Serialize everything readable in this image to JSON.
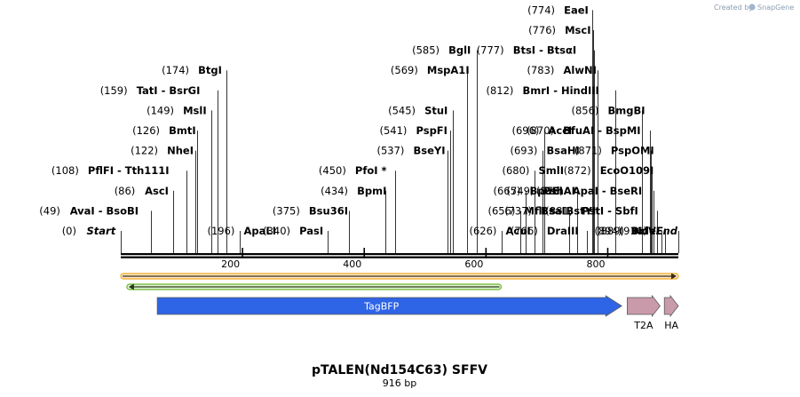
{
  "credit": {
    "prefix": "Created by",
    "brand": "SnapGene"
  },
  "plasmid": {
    "name": "pTALEN(Nd154C63) SFFV",
    "length_label": "916 bp",
    "length": 916
  },
  "axis": {
    "ticks": [
      {
        "pos": 200,
        "label": "200"
      },
      {
        "pos": 400,
        "label": "400"
      },
      {
        "pos": 600,
        "label": "600"
      },
      {
        "pos": 800,
        "label": "800"
      }
    ]
  },
  "sites": [
    {
      "num": "(0)",
      "name": "Start",
      "style": "italic",
      "pos": 0,
      "row": 0,
      "side": "left"
    },
    {
      "num": "(49)",
      "name": "AvaI  - BsoBI",
      "pos": 49,
      "row": 1,
      "side": "left"
    },
    {
      "num": "(86)",
      "name": "AscI",
      "pos": 86,
      "row": 2,
      "side": "left"
    },
    {
      "num": "(108)",
      "name": "PflFI  - Tth111I",
      "pos": 108,
      "row": 3,
      "side": "left"
    },
    {
      "num": "(122)",
      "name": "NheI",
      "pos": 122,
      "row": 4,
      "side": "left"
    },
    {
      "num": "(126)",
      "name": "BmtI",
      "pos": 126,
      "row": 5,
      "side": "left"
    },
    {
      "num": "(149)",
      "name": "MslI",
      "pos": 149,
      "row": 6,
      "side": "left"
    },
    {
      "num": "(159)",
      "name": "TatI  - BsrGI",
      "pos": 159,
      "row": 7,
      "side": "left"
    },
    {
      "num": "(174)",
      "name": "BtgI",
      "pos": 174,
      "row": 8,
      "side": "left"
    },
    {
      "num": "(196)",
      "name": "ApaLI",
      "pos": 196,
      "row": 0,
      "side": "right"
    },
    {
      "num": "(340)",
      "name": "PasI",
      "pos": 340,
      "row": 0,
      "side": "left"
    },
    {
      "num": "(375)",
      "name": "Bsu36I",
      "pos": 375,
      "row": 1,
      "side": "left"
    },
    {
      "num": "(434)",
      "name": "BpmI",
      "pos": 434,
      "row": 2,
      "side": "left"
    },
    {
      "num": "(450)",
      "name": "PfoI *",
      "pos": 450,
      "row": 3,
      "side": "left"
    },
    {
      "num": "(537)",
      "name": "BseYI",
      "pos": 537,
      "row": 4,
      "side": "left"
    },
    {
      "num": "(541)",
      "name": "PspFI",
      "pos": 541,
      "row": 5,
      "side": "left"
    },
    {
      "num": "(545)",
      "name": "StuI",
      "pos": 545,
      "row": 6,
      "side": "left"
    },
    {
      "num": "(569)",
      "name": "MspA1I",
      "pos": 569,
      "row": 8,
      "side": "left"
    },
    {
      "num": "(585)",
      "name": "BglI",
      "pos": 585,
      "row": 9,
      "side": "left"
    },
    {
      "num": "(626)",
      "name": "AcuI",
      "pos": 626,
      "row": 0,
      "side": "right"
    },
    {
      "num": "(656)",
      "name": "MflI *  - BstYI",
      "pos": 656,
      "row": 1,
      "side": "right"
    },
    {
      "num": "(665)",
      "name": "BpuEI",
      "pos": 665,
      "row": 2,
      "side": "right"
    },
    {
      "num": "(680)",
      "name": "SmlI",
      "pos": 680,
      "row": 3,
      "side": "right"
    },
    {
      "num": "(693)",
      "name": "BsaHI",
      "pos": 693,
      "row": 4,
      "side": "right"
    },
    {
      "num": "(696)",
      "name": "AccI",
      "pos": 696,
      "row": 5,
      "side": "right"
    },
    {
      "num": "(737)",
      "name": "BsaI",
      "pos": 737,
      "row": 1,
      "side": "left"
    },
    {
      "num": "(749)",
      "name": "PshAI",
      "pos": 749,
      "row": 2,
      "side": "left"
    },
    {
      "num": "(766)",
      "name": "DraIII",
      "pos": 766,
      "row": 0,
      "side": "left"
    },
    {
      "num": "(774)",
      "name": "EaeI",
      "pos": 774,
      "row": 11,
      "side": "left"
    },
    {
      "num": "(776)",
      "name": "MscI",
      "pos": 776,
      "row": 10,
      "side": "left"
    },
    {
      "num": "(777)",
      "name": "BtsI  - BtsαI",
      "pos": 777,
      "row": 9,
      "side": "left"
    },
    {
      "num": "(783)",
      "name": "AlwNI",
      "pos": 783,
      "row": 8,
      "side": "left"
    },
    {
      "num": "(812)",
      "name": "BmrI  - HindIII",
      "pos": 812,
      "row": 7,
      "side": "left"
    },
    {
      "num": "(856)",
      "name": "BmgBI",
      "pos": 856,
      "row": 6,
      "side": "left"
    },
    {
      "num": "(870)",
      "name": "BfuAI  - BspMI",
      "pos": 870,
      "row": 5,
      "side": "left"
    },
    {
      "num": "(871)",
      "name": "PspOMI",
      "pos": 871,
      "row": 4,
      "side": "left"
    },
    {
      "num": "(872)",
      "name": "EcoO109I",
      "pos": 872,
      "row": 3,
      "side": "left"
    },
    {
      "num": "(875)",
      "name": "ApaI  - BseRI",
      "pos": 875,
      "row": 2,
      "side": "left"
    },
    {
      "num": "(881)",
      "name": "PstI  - SbfI",
      "pos": 881,
      "row": 1,
      "side": "left"
    },
    {
      "num": "(889)",
      "name": "NdeI",
      "pos": 889,
      "row": 0,
      "side": "left"
    },
    {
      "num": "(894)",
      "name": "BclVI",
      "pos": 894,
      "row": 0,
      "side": "left"
    },
    {
      "num": "(916)",
      "name": "End",
      "style": "italic",
      "pos": 916,
      "row": 0,
      "side": "left"
    }
  ],
  "features": [
    {
      "name": "TagBFP",
      "start": 60,
      "end": 823,
      "color": "#2e64e6",
      "label_inside": true
    },
    {
      "name": "T2A",
      "start": 832,
      "end": 886,
      "color": "#c99aaa",
      "label_inside": false
    },
    {
      "name": "HA",
      "start": 893,
      "end": 916,
      "color": "#c99aaa",
      "label_inside": false
    }
  ],
  "strand_bars": [
    {
      "kind": "orange",
      "color": "#f5a623",
      "start": 0,
      "end": 916
    },
    {
      "kind": "green",
      "color": "#6ab42f",
      "start": 10,
      "end": 625
    }
  ]
}
